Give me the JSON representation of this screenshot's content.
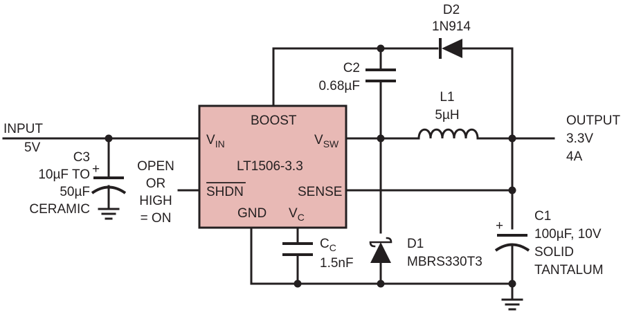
{
  "colors": {
    "ic_fill": "#e8b9b5",
    "line": "#231f20"
  },
  "ic": {
    "part": "LT1506-3.3",
    "pins": {
      "boost": "BOOST",
      "vin": "V",
      "vin_sub": "IN",
      "vsw": "V",
      "vsw_sub": "SW",
      "shdn": "SHDN",
      "sense": "SENSE",
      "gnd": "GND",
      "vc": "V",
      "vc_sub": "C"
    }
  },
  "input": {
    "line1": "INPUT",
    "line2": "5V"
  },
  "output": {
    "line1": "OUTPUT",
    "line2": "3.3V",
    "line3": "4A"
  },
  "shdn_note": {
    "line1": "OPEN",
    "line2": "OR",
    "line3": "HIGH",
    "line4": "= ON"
  },
  "c3": {
    "ref": "C3",
    "line1": "10µF TO",
    "line2": "50µF",
    "line3": "CERAMIC"
  },
  "c2": {
    "ref": "C2",
    "value": "0.68µF"
  },
  "d2": {
    "ref": "D2",
    "part": "1N914"
  },
  "l1": {
    "ref": "L1",
    "value": "5µH"
  },
  "c1": {
    "ref": "C1",
    "line1": "100µF, 10V",
    "line2": "SOLID",
    "line3": "TANTALUM"
  },
  "cc": {
    "ref": "C",
    "ref_sub": "C",
    "value": "1.5nF"
  },
  "d1": {
    "ref": "D1",
    "part": "MBRS330T3"
  },
  "polarity": "+"
}
